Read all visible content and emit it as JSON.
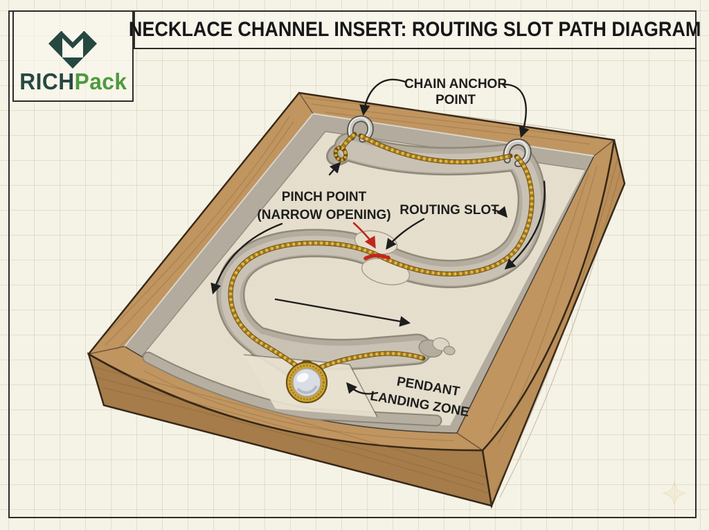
{
  "page": {
    "background": "#f5f2e6",
    "border_color": "#2e2c28"
  },
  "header": {
    "logo": {
      "brand_primary": "RICH",
      "brand_secondary": "Pack",
      "primary_color": "#264840",
      "secondary_color": "#4d9b3d"
    },
    "title": "NECKLACE CHANNEL INSERT: ROUTING SLOT PATH DIAGRAM"
  },
  "diagram": {
    "labels": {
      "chain_anchor_line1": "CHAIN ANCHOR",
      "chain_anchor_line2": "POINT",
      "pinch_line1": "PINCH POINT",
      "pinch_line2": "(NARROW OPENING)",
      "routing_slot": "ROUTING SLOT",
      "pendant_line1": "PENDANT",
      "pendant_line2": "LANDING ZONE"
    },
    "colors": {
      "highlight_red": "#c1271c",
      "chain_gold": "#daae3e",
      "wood_top": "#c0955f",
      "insert_cream": "#e9e2d0",
      "channel_gray": "#b5aea0",
      "arrow_black": "#1d1d1d"
    }
  }
}
